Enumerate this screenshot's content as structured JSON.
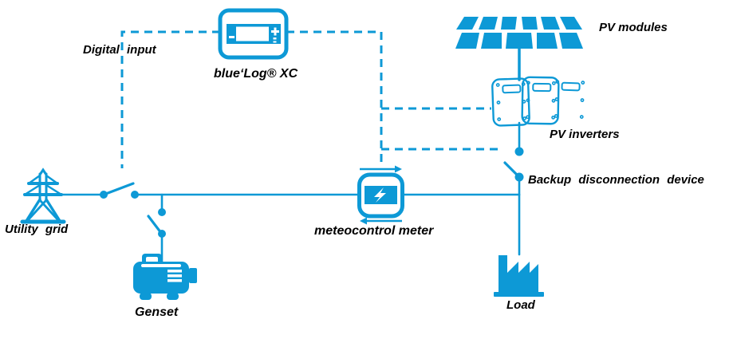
{
  "diagram": {
    "labels": {
      "digital_input": "Digital input",
      "bluelog": "blue‘Log® XC",
      "pv_modules": "PV modules",
      "pv_inverters": "PV inverters",
      "backup_device": "Backup disconnection device",
      "meter": "meteocontrol meter",
      "utility_grid": "Utility grid",
      "genset": "Genset",
      "load": "Load"
    },
    "colors": {
      "brand_blue": "#0d99d6",
      "text": "#000000",
      "background": "#ffffff"
    },
    "icons": {
      "utility_grid": "transmission-tower-icon",
      "genset": "generator-icon",
      "load": "factory-icon",
      "pv_modules": "solar-panel-icon",
      "pv_inverters": "inverter-boxes-icon",
      "bluelog": "datalogger-device-icon",
      "meter": "energy-meter-icon",
      "meter_flow": "bidirectional-arrow-icons",
      "meter_symbol": "lightning-bolt-icon",
      "switches": "disconnect-switch-icon"
    }
  }
}
